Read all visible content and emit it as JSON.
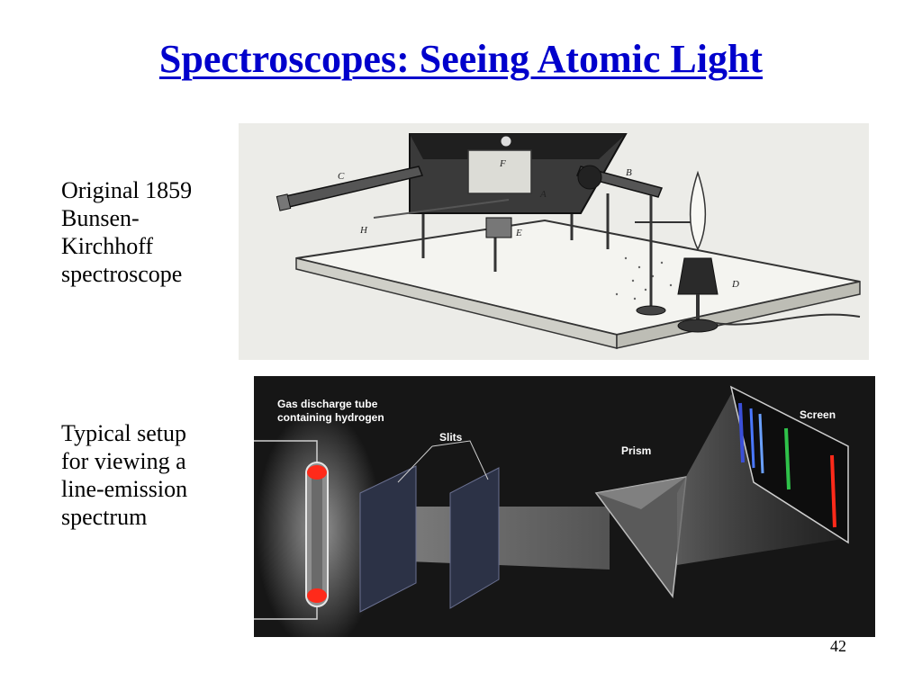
{
  "slide": {
    "title": "Spectroscopes:  Seeing Atomic Light",
    "page_number": "42"
  },
  "figure_top": {
    "caption_lines": [
      "Original 1859",
      "Bunsen-",
      "Kirchhoff",
      "spectroscope"
    ],
    "engraving_letters": [
      "C",
      "H",
      "B",
      "F",
      "A",
      "D",
      "E"
    ]
  },
  "figure_bottom": {
    "caption_lines": [
      "Typical setup",
      "for viewing a",
      "line-emission",
      "spectrum"
    ],
    "labels": {
      "tube_line1": "Gas discharge tube",
      "tube_line2": "containing hydrogen",
      "slits": "Slits",
      "prism": "Prism",
      "screen": "Screen"
    },
    "colors": {
      "tube_glow": "#ff2a1a",
      "line_violet": "#3a4fd8",
      "line_blue": "#4a78ff",
      "line_cyan": "#6aa0ff",
      "line_green": "#2fc24a",
      "line_red": "#ff2a1a"
    }
  }
}
